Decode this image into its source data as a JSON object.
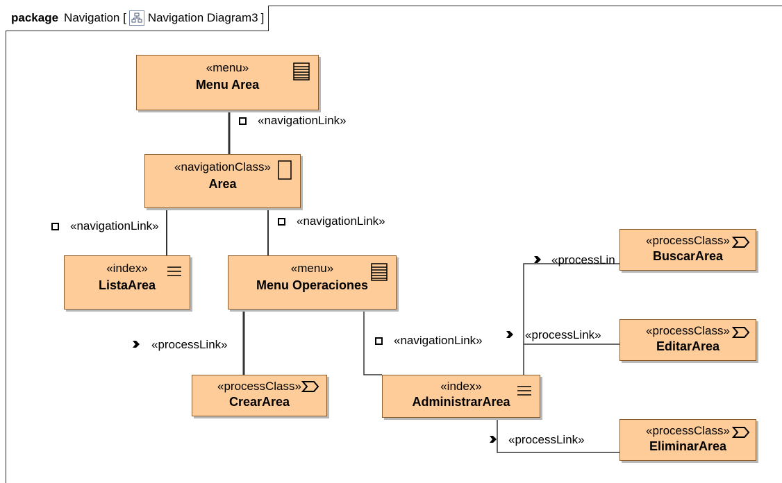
{
  "package": {
    "keyword": "package",
    "name": "Navigation [",
    "diagram_name": "Navigation Diagram3",
    "close": "]"
  },
  "nodes": {
    "menu_area": {
      "stereotype": "«menu»",
      "name": "Menu Area",
      "icon": "menu-icon"
    },
    "area": {
      "stereotype": "«navigationClass»",
      "name": "Area",
      "icon": "navigation-class-icon"
    },
    "lista_area": {
      "stereotype": "«index»",
      "name": "ListaArea",
      "icon": "index-icon"
    },
    "menu_operaciones": {
      "stereotype": "«menu»",
      "name": "Menu Operaciones",
      "icon": "menu-icon"
    },
    "crear_area": {
      "stereotype": "«processClass»",
      "name": "CrearArea",
      "icon": "process-class-icon"
    },
    "administrar_area": {
      "stereotype": "«index»",
      "name": "AdministrarArea",
      "icon": "index-icon"
    },
    "buscar_area": {
      "stereotype": "«processClass»",
      "name": "BuscarArea",
      "icon": "process-class-icon"
    },
    "editar_area": {
      "stereotype": "«processClass»",
      "name": "EditarArea",
      "icon": "process-class-icon"
    },
    "eliminar_area": {
      "stereotype": "«processClass»",
      "name": "EliminarArea",
      "icon": "process-class-icon"
    }
  },
  "links": {
    "nav1": "«navigationLink»",
    "nav2": "«navigationLink»",
    "nav3": "«navigationLink»",
    "nav4": "«navigationLink»",
    "proc_crear": "«processLink»",
    "proc_buscar": "«processLink»",
    "proc_editar": "«processLink»",
    "proc_eliminar": "«processLink»"
  },
  "colors": {
    "node_fill": "#fdcc99",
    "node_border": "#8a5a2a",
    "line": "#333333"
  }
}
